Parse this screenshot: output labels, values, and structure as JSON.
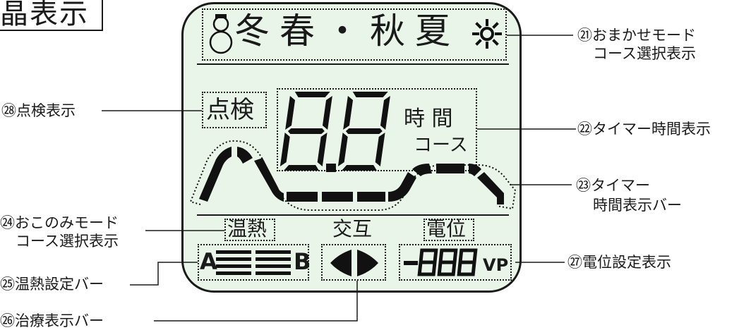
{
  "header": {
    "title": "晶表示"
  },
  "display": {
    "seasons": "冬春・秋夏",
    "inspection": "点検",
    "timer_digits": "8.8",
    "time_unit": "時 間",
    "course_unit": "コース",
    "mode_heat": "温熱",
    "mode_alternate": "交互",
    "mode_potential": "電位",
    "heat_left": "A",
    "heat_right": "B",
    "potential_value": "-888",
    "potential_unit": "VP"
  },
  "callouts": {
    "c21_line1": "㉑おまかせモード",
    "c21_line2": "コース選択表示",
    "c22": "㉒タイマー時間表示",
    "c23_line1": "㉓タイマー",
    "c23_line2": "時間表示バー",
    "c24_line1": "㉔おこのみモード",
    "c24_line2": "コース選択表示",
    "c25": "㉕温熱設定バー",
    "c26": "㉖治療表示バー",
    "c27": "㉗電位設定表示",
    "c28": "㉘点検表示"
  },
  "icons": [
    "snowman-icon",
    "sun-icon",
    "left-triangle-icon",
    "right-triangle-icon"
  ]
}
